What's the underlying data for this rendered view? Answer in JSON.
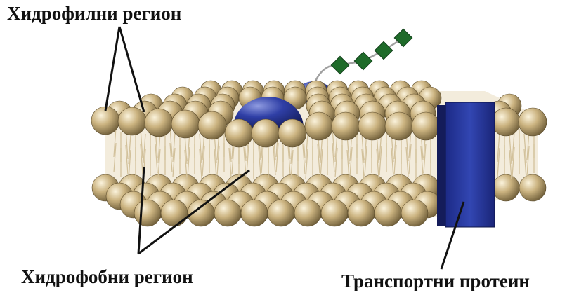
{
  "labels": {
    "hydrophilic": "Хидрофилни регион",
    "hydrophobic": "Хидрофобни регион",
    "transport_protein": "Транспортни протеин"
  },
  "colors": {
    "phospholipid_head": "#c8b07a",
    "head_shadow": "#6b5a36",
    "lipid_tail": "#d8c9a8",
    "protein_blue": "#2a3a9a",
    "glycan_green": "#1f6b2a",
    "pointer_line": "#111111"
  },
  "icons": {
    "phospholipid_head": "sphere",
    "glycan_unit": "diamond",
    "transport_protein": "rectangular-block",
    "peripheral_protein": "hemisphere"
  }
}
